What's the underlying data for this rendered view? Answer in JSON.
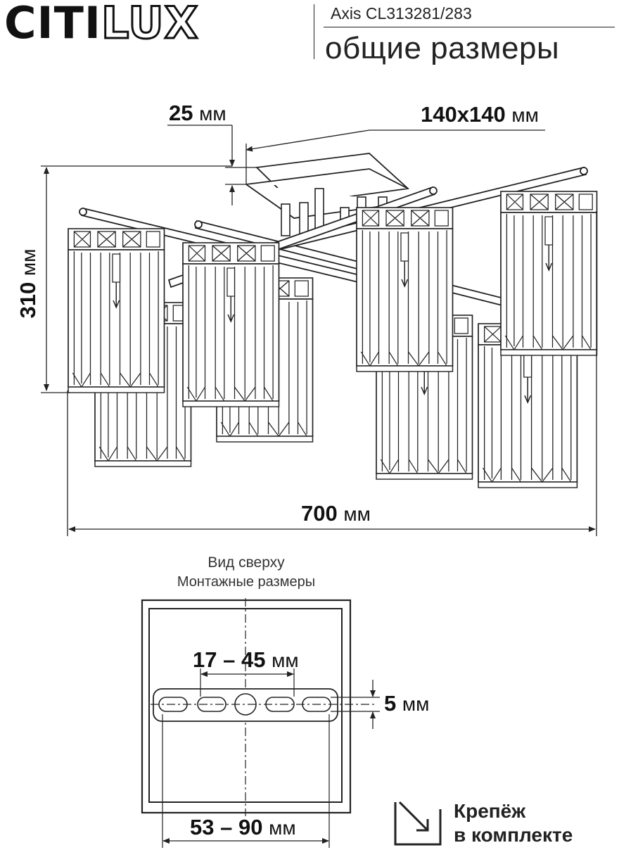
{
  "header": {
    "brand_a": "CITI",
    "brand_b": "LUX",
    "model": "Axis CL313281/283",
    "subtitle": "общие размеры"
  },
  "dimensions": {
    "plate_gap": {
      "value": "25",
      "unit": "мм"
    },
    "plate_size": {
      "value": "140x140",
      "unit": "мм"
    },
    "height": {
      "value": "310",
      "unit": "мм"
    },
    "width": {
      "value": "700",
      "unit": "мм"
    }
  },
  "top_view": {
    "title": "Вид сверху",
    "subtitle": "Монтажные размеры",
    "slot_spacing": {
      "value": "17 – 45",
      "unit": "мм"
    },
    "slot_width": {
      "value": "5",
      "unit": "мм"
    },
    "hole_spacing": {
      "value": "53 – 90",
      "unit": "мм"
    }
  },
  "note": {
    "line1": "Крепёж",
    "line2": "в комплекте",
    "icon": "arrow-into-box-icon"
  }
}
